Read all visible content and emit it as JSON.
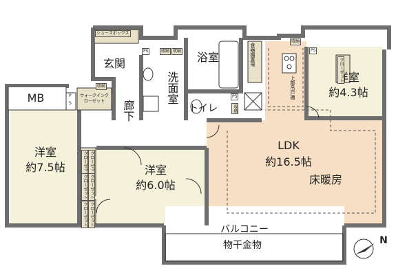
{
  "rooms": {
    "genkan": "玄関",
    "shoes_box": "シューズボックス",
    "bathroom": "浴室",
    "washroom": "洗面室",
    "toilet": "トイレ",
    "shelf": "食器棚置場",
    "corridor": "廊下",
    "mb": "MB",
    "walkin_closet": "ウォークインクローゼット",
    "western_a_name": "洋室",
    "western_a_size": "約7.5帖",
    "western_b_name": "洋室",
    "western_b_size": "約6.0帖",
    "western_c_name": "洋室",
    "western_c_size": "約4.3帖",
    "ldk_name": "LDK",
    "ldk_size": "約16.5帖",
    "floor_heating": "床暖房",
    "balcony": "バルコニー",
    "drying_hardware": "物干金物",
    "upper_cabinet": "上部吊戸棚"
  },
  "small_labels": {
    "storage": "収納",
    "ps": "PS",
    "p": "P",
    "s": "S",
    "closet": "クローゼット"
  },
  "compass": "N",
  "colors": {
    "wall": "#6e6e6e",
    "room": "#f4f2da",
    "ldk": "#f6dfc4",
    "wet": "#ffffff",
    "storage": "#e9e1c8"
  }
}
